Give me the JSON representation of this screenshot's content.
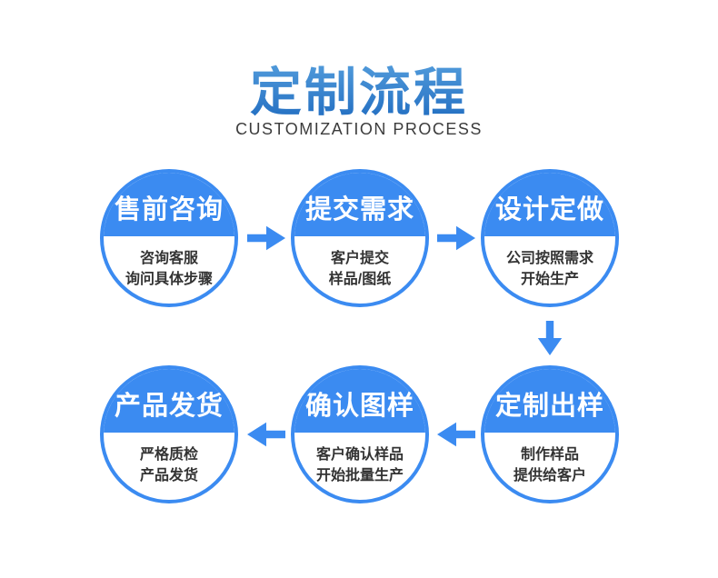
{
  "header": {
    "title": "定制流程",
    "subtitle": "CUSTOMIZATION PROCESS"
  },
  "colors": {
    "accent": "#3b8bf1",
    "title_top": "#5ba4e0",
    "title_bottom": "#1e6abf",
    "text": "#333333",
    "subtitle": "#3c3c3c"
  },
  "steps": [
    {
      "title": "售前咨询",
      "line1": "咨询客服",
      "line2": "询问具体步骤"
    },
    {
      "title": "提交需求",
      "line1": "客户提交",
      "line2": "样品/图纸"
    },
    {
      "title": "设计定做",
      "line1": "公司按照需求",
      "line2": "开始生产"
    },
    {
      "title": "定制出样",
      "line1": "制作样品",
      "line2": "提供给客户"
    },
    {
      "title": "确认图样",
      "line1": "客户确认样品",
      "line2": "开始批量生产"
    },
    {
      "title": "产品发货",
      "line1": "严格质检",
      "line2": "产品发货"
    }
  ],
  "flow_order": [
    "right",
    "right",
    "down",
    "left",
    "left"
  ]
}
